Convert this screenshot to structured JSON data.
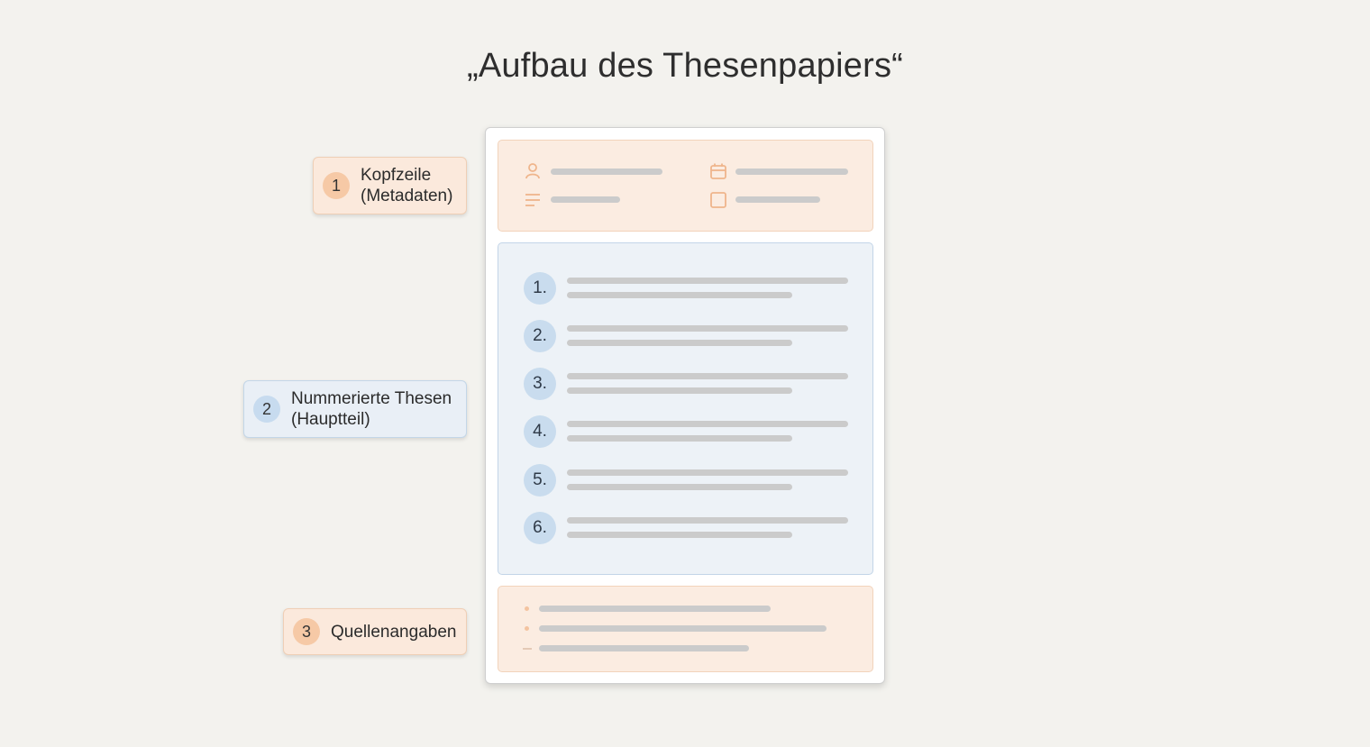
{
  "title": "„Aufbau des Thesenpapiers“",
  "callouts": [
    {
      "number": "1",
      "line1": "Kopfzeile",
      "line2": "(Metadaten)",
      "color": "#f6c9a6"
    },
    {
      "number": "2",
      "line1": "Nummerierte Thesen",
      "line2": "(Hauptteil)",
      "color": "#c7dbef"
    },
    {
      "number": "3",
      "line1": "Quellenangaben",
      "line2": "",
      "color": "#f6c9a6"
    }
  ],
  "header_icons": [
    "person-icon",
    "calendar-icon",
    "lines-icon",
    "square-icon"
  ],
  "theses": [
    "1.",
    "2.",
    "3.",
    "4.",
    "5.",
    "6."
  ],
  "colors": {
    "background": "#f3f2ee",
    "header_fill": "#fbece1",
    "body_fill": "#edf2f7",
    "accent_orange": "#f6c9a6",
    "accent_blue": "#c9dcee",
    "placeholder_bar": "#cbcbcb"
  }
}
